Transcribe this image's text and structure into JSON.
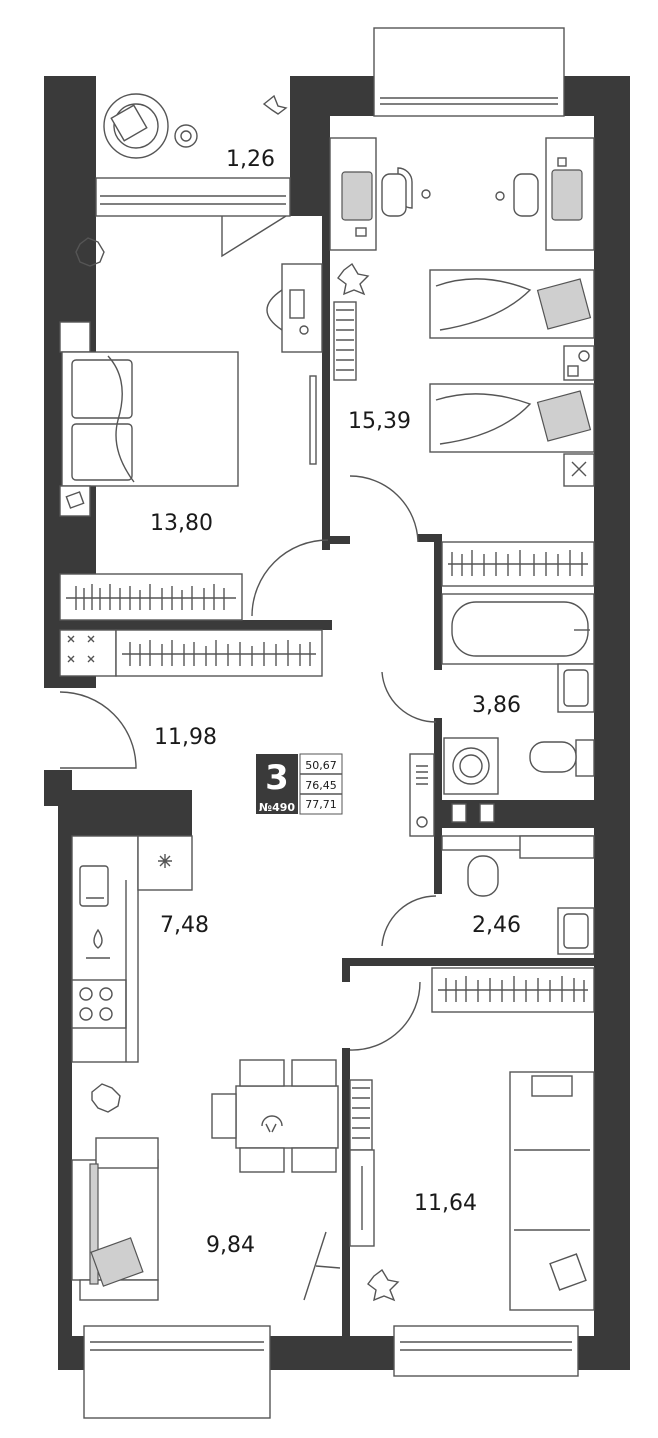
{
  "rooms": [
    {
      "id": "balcony",
      "area": "1,26"
    },
    {
      "id": "bedroom-master",
      "area": "13,80"
    },
    {
      "id": "bedroom-kids",
      "area": "15,39"
    },
    {
      "id": "hallway",
      "area": "11,98"
    },
    {
      "id": "bathroom",
      "area": "3,86"
    },
    {
      "id": "kitchen",
      "area": "7,48"
    },
    {
      "id": "toilet",
      "area": "2,46"
    },
    {
      "id": "living",
      "area": "9,84"
    },
    {
      "id": "bedroom-small",
      "area": "11,64"
    }
  ],
  "badge": {
    "rooms_count": "3",
    "apartment_number": "№490",
    "areas": [
      "50,67",
      "76,45",
      "77,71"
    ]
  },
  "colors": {
    "wall": "#3a3a3a",
    "line": "#555555",
    "fill": "#cfcfcf"
  }
}
